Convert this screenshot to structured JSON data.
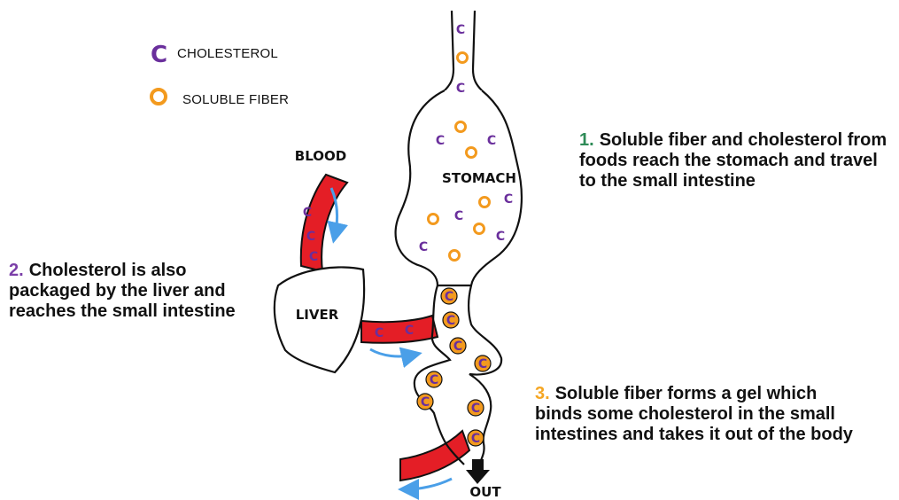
{
  "colors": {
    "cholesterol": "#6a2f9c",
    "fiber": "#f39a1e",
    "blood": "#e41e26",
    "flow_arrow": "#4a9fe8",
    "step1_number": "#2e8b57",
    "step2_number": "#7b3fa8",
    "step3_number": "#f5a623"
  },
  "icons": {
    "cholesterol": "letter-c",
    "soluble_fiber": "ring"
  },
  "legend": {
    "cholesterol": "CHOLESTEROL",
    "soluble_fiber": "SOLUBLE FIBER"
  },
  "labels": {
    "blood": "BLOOD",
    "stomach": "STOMACH",
    "liver": "LIVER",
    "out": "OUT",
    "cholesterol_marker": "C"
  },
  "steps": [
    {
      "number": "1.",
      "text": "Soluble fiber and cholesterol from foods reach the stomach and travel to the small intestine"
    },
    {
      "number": "2.",
      "text": "Cholesterol is also packaged by the liver and reaches the small intestine"
    },
    {
      "number": "3.",
      "text": "Soluble fiber forms a gel which binds some cholesterol in the small intestines and takes it out of the body"
    }
  ]
}
